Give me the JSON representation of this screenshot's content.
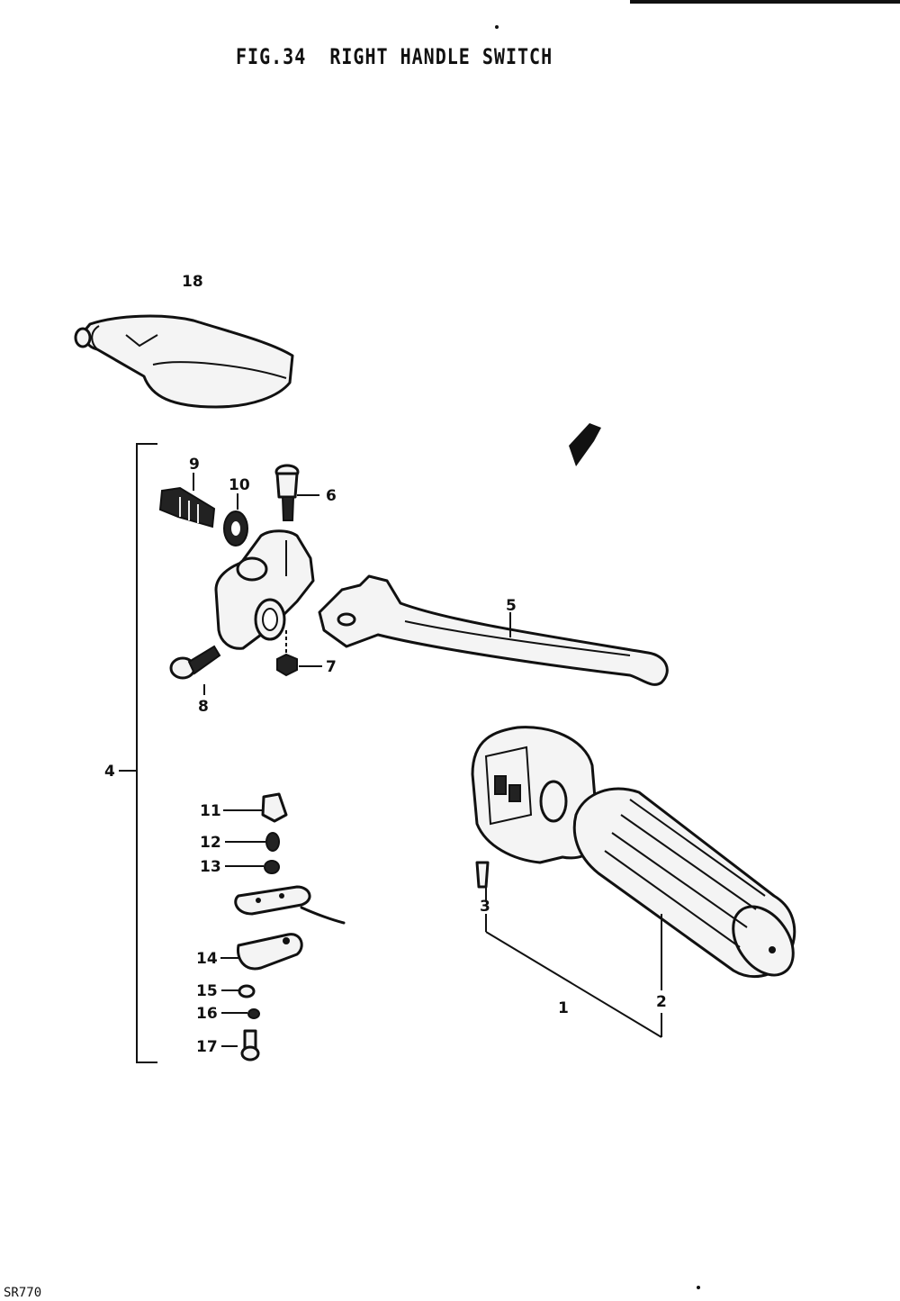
{
  "figure": {
    "title": "FIG.34  RIGHT HANDLE SWITCH",
    "code": "SR770"
  },
  "callouts": [
    {
      "id": "1",
      "label": "1"
    },
    {
      "id": "2",
      "label": "2"
    },
    {
      "id": "3",
      "label": "3"
    },
    {
      "id": "4",
      "label": "4"
    },
    {
      "id": "5",
      "label": "5"
    },
    {
      "id": "6",
      "label": "6"
    },
    {
      "id": "7",
      "label": "7"
    },
    {
      "id": "8",
      "label": "8"
    },
    {
      "id": "9",
      "label": "9"
    },
    {
      "id": "10",
      "label": "10"
    },
    {
      "id": "11",
      "label": "11"
    },
    {
      "id": "12",
      "label": "12"
    },
    {
      "id": "13",
      "label": "13"
    },
    {
      "id": "14",
      "label": "14"
    },
    {
      "id": "15",
      "label": "15"
    },
    {
      "id": "16",
      "label": "16"
    },
    {
      "id": "17",
      "label": "17"
    },
    {
      "id": "18",
      "label": "18"
    }
  ]
}
